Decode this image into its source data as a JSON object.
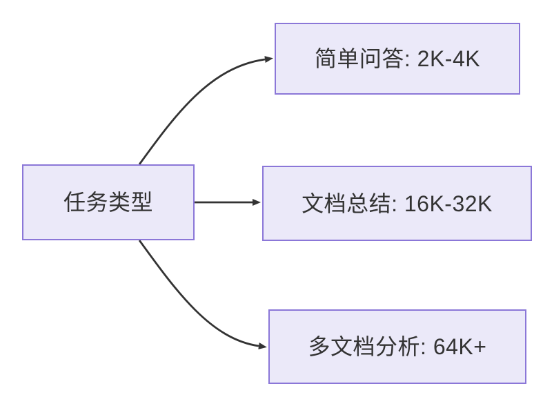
{
  "diagram": {
    "type": "flowchart-left-to-right",
    "root": {
      "label": "任务类型"
    },
    "children": [
      {
        "label": "简单问答: 2K-4K"
      },
      {
        "label": "文档总结: 16K-32K"
      },
      {
        "label": "多文档分析: 64K+"
      }
    ],
    "edges": [
      {
        "from": "任务类型",
        "to": "简单问答: 2K-4K"
      },
      {
        "from": "任务类型",
        "to": "文档总结: 16K-32K"
      },
      {
        "from": "任务类型",
        "to": "多文档分析: 64K+"
      }
    ],
    "colors": {
      "node_fill": "#EBE9F9",
      "node_border": "#8B77D8",
      "text": "#333333",
      "edge": "#333333",
      "background": "#FFFFFF"
    }
  }
}
